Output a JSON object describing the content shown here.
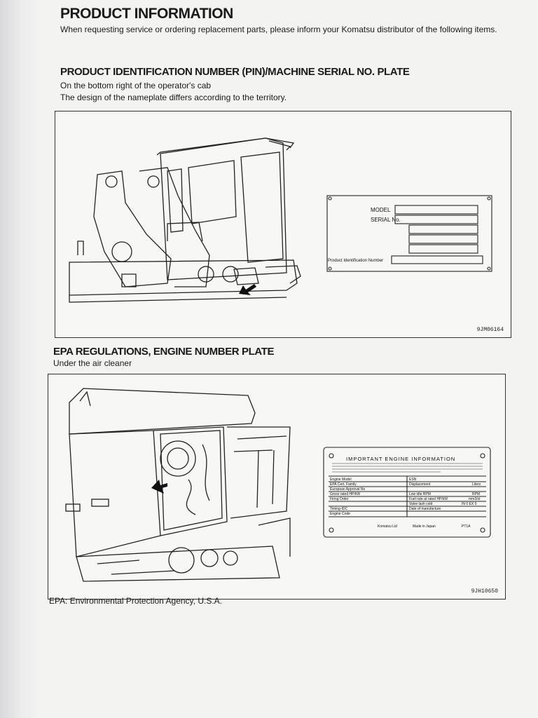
{
  "page": {
    "title": "PRODUCT INFORMATION",
    "intro": "When requesting service or ordering replacement parts, please inform your Komatsu distributor of the following items.",
    "section1": {
      "heading": "PRODUCT IDENTIFICATION NUMBER (PIN)/MACHINE SERIAL NO. PLATE",
      "line1": "On the bottom right of the operator's cab",
      "line2": "The design of the nameplate differs according to the territory.",
      "figure_id": "9JM06164",
      "plate": {
        "model_label": "MODEL",
        "serial_label": "SERIAL No.",
        "pin_label": "Product Identification Number"
      }
    },
    "section2": {
      "heading": "EPA REGULATIONS, ENGINE NUMBER PLATE",
      "line1": "Under the air cleaner",
      "figure_id": "9JH10650",
      "plate": {
        "title": "IMPORTANT ENGINE INFORMATION",
        "rows_left": [
          "Engine Model",
          "EPA Cert. Family",
          "European Approval No",
          "Gross rated HP/kW",
          "Firing Order",
          "Timing-IDC",
          "Engine Code"
        ],
        "rows_right": [
          "ESN",
          "Displacement",
          "Low idle RPM",
          "Fuel rate at rated HP/kW",
          "Valve lash cold",
          "Date of manufacture"
        ],
        "right_units": [
          "",
          "Liters",
          "RPM",
          "mm3/st",
          "IN 0  EX 0",
          ""
        ],
        "footer_maker": "Komatsu Ltd",
        "footer_origin": "Made in Japan",
        "footer_code": "PT1A"
      }
    },
    "footnote": "EPA: Environmental Protection Agency, U.S.A."
  }
}
